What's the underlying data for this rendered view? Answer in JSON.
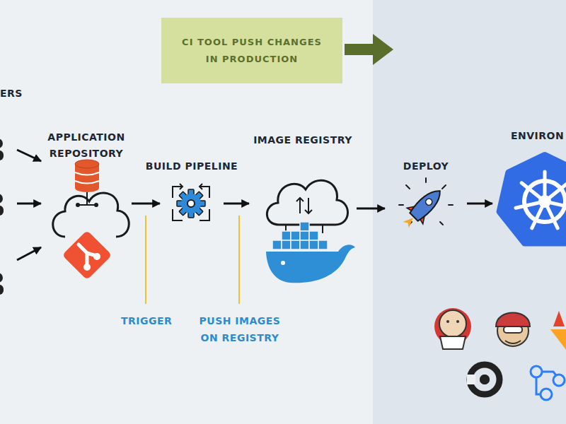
{
  "diagram": {
    "nodes": [
      {
        "text": [
          "CI TOOL PUSH CHANGES IN PRODUCTION"
        ]
      },
      {
        "text": [
          "APPLICATION REPOSITORY"
        ]
      },
      {
        "text": [
          "BUILD PIPELINE"
        ]
      },
      {
        "text": [
          "IMAGE REGISTRY"
        ]
      },
      {
        "text": [
          "DEPLOY"
        ]
      },
      {
        "text": [
          "ENVIRON"
        ]
      }
    ],
    "edges": [
      {
        "from": 1,
        "to": 2,
        "arrow": "to"
      },
      {
        "from": 2,
        "to": 3,
        "arrow": "to"
      },
      {
        "from": 3,
        "to": 4,
        "arrow": "to"
      },
      {
        "from": 4,
        "to": 5,
        "arrow": "to"
      }
    ],
    "labels": [
      "ERS",
      "TRIGGER",
      "PUSH IMAGES ON REGISTRY"
    ]
  }
}
